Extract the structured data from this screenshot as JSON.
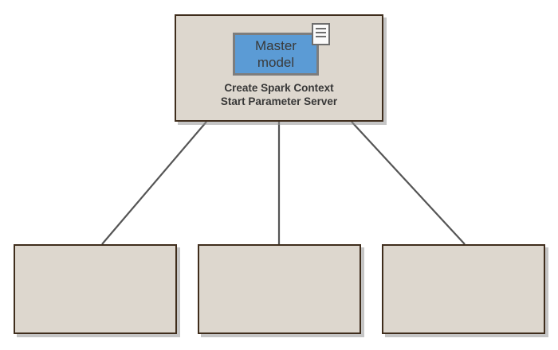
{
  "diagram": {
    "background_color": "#ffffff",
    "node_fill_color": "#ddd7ce",
    "node_border_color": "#3f2d1c",
    "connector_color": "#555555",
    "accent_color": "#5b9bd5",
    "text_color": "#373737"
  },
  "master_node": {
    "component": {
      "label_line_1": "Master",
      "label_line_2": "model",
      "fill_color": "#5b9bd5",
      "border_color": "#7d7d7d"
    },
    "note_icon": {
      "name": "note-icon",
      "line_count": 3
    },
    "caption_line_1": "Create Spark Context",
    "caption_line_2": "Start Parameter Server"
  },
  "worker_nodes": [
    {
      "label": ""
    },
    {
      "label": ""
    },
    {
      "label": ""
    }
  ],
  "connectors": [
    {
      "from": "master-node",
      "to": "worker-node-1"
    },
    {
      "from": "master-node",
      "to": "worker-node-2"
    },
    {
      "from": "master-node",
      "to": "worker-node-3"
    }
  ]
}
